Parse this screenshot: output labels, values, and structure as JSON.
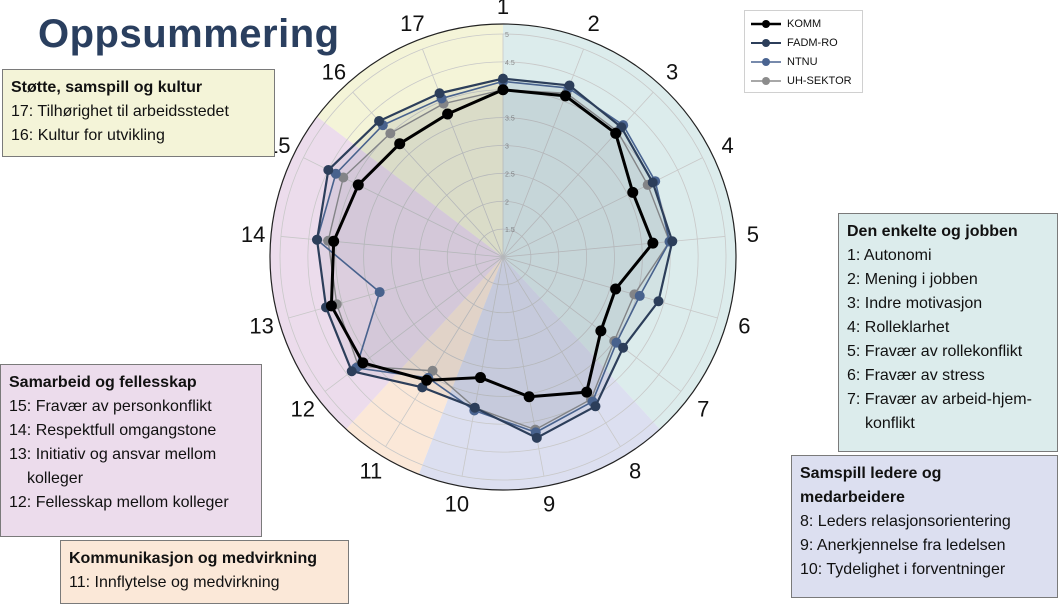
{
  "page": {
    "title": "Oppsummering"
  },
  "boxes": {
    "stotte": {
      "heading": "Støtte, samspill og kultur",
      "items": [
        "17: Tilhørighet til arbeidsstedet",
        "16: Kultur for utvikling"
      ]
    },
    "samarbeid": {
      "heading": "Samarbeid og fellesskap",
      "items": [
        "15: Fravær av personkonflikt",
        "14: Respektfull omgangstone",
        "13: Initiativ og ansvar mellom",
        "kolleger",
        "12: Fellesskap mellom kolleger"
      ]
    },
    "kommunikasjon": {
      "heading": "Kommunikasjon og medvirkning",
      "items": [
        "11: Innflytelse og medvirkning"
      ]
    },
    "enkelte": {
      "heading": "Den enkelte og jobben",
      "items": [
        "1: Autonomi",
        "2: Mening i jobben",
        "3: Indre motivasjon",
        "4: Rolleklarhet",
        "5: Fravær av rollekonflikt",
        "6: Fravær av stress",
        "7: Fravær av arbeid-hjem-",
        "konflikt"
      ]
    },
    "samspill": {
      "heading": "Samspill ledere og",
      "heading2": "medarbeidere",
      "items": [
        "8: Leders relasjonsorientering",
        "9: Anerkjennelse fra ledelsen",
        "10: Tydelighet i forventninger"
      ]
    }
  },
  "colors": {
    "KOMM": "#000000",
    "FADM-RO": "#2c3e5a",
    "NTNU": "#4a6491",
    "UH-SEKTOR": "#8c8c8c",
    "sector_individual": "#dcecec",
    "sector_samspill": "#dcdff0",
    "sector_kommunikasjon": "#fbe8d8",
    "sector_samarbeid": "#ecdcec",
    "sector_stotte": "#f4f4d8"
  },
  "chart_data": {
    "type": "radar",
    "categories": [
      "1",
      "2",
      "3",
      "4",
      "5",
      "6",
      "7",
      "8",
      "9",
      "10",
      "11",
      "12",
      "13",
      "14",
      "15",
      "16",
      "17"
    ],
    "r_ticks": [
      "1.5",
      "2",
      "2.5",
      "3",
      "3.5",
      "4",
      "4.5",
      "5"
    ],
    "rlim": [
      1,
      5
    ],
    "grid": true,
    "legend_position": "top-right",
    "series": [
      {
        "name": "KOMM",
        "values": [
          4.0,
          4.1,
          4.0,
          3.6,
          3.7,
          3.1,
          3.2,
          3.85,
          3.55,
          3.2,
          3.6,
          4.15,
          4.2,
          4.05,
          3.9,
          3.75,
          3.75
        ]
      },
      {
        "name": "FADM-RO",
        "values": [
          4.2,
          4.3,
          4.15,
          4.0,
          4.05,
          3.9,
          3.7,
          4.15,
          4.3,
          3.75,
          3.75,
          4.4,
          4.3,
          4.35,
          4.5,
          4.3,
          4.15
        ]
      },
      {
        "name": "NTNU",
        "values": [
          4.15,
          4.25,
          4.2,
          4.05,
          4.0,
          3.55,
          3.55,
          4.05,
          4.2,
          3.8,
          3.55,
          4.3,
          3.3,
          4.35,
          4.35,
          4.2,
          4.05
        ]
      },
      {
        "name": "UH-SEKTOR",
        "values": [
          4.0,
          4.15,
          4.05,
          3.9,
          4.0,
          3.45,
          3.5,
          4.0,
          4.15,
          3.75,
          3.4,
          4.25,
          4.1,
          4.15,
          4.2,
          4.0,
          3.95
        ]
      }
    ]
  }
}
